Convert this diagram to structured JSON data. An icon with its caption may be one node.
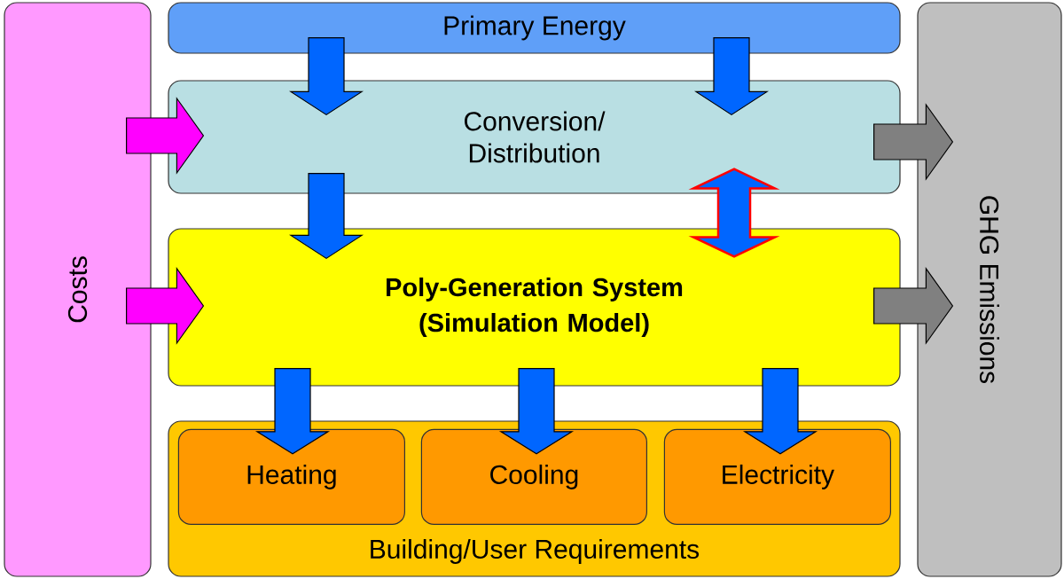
{
  "diagram": {
    "nodes": [
      {
        "text": [
          "Costs"
        ]
      },
      {
        "text": [
          "Primary Energy"
        ]
      },
      {
        "text": [
          "Conversion/ Distribution"
        ]
      },
      {
        "text": [
          "Poly-Generation System (Simulation Model)"
        ]
      },
      {
        "text": [
          "Building/User Requirements"
        ]
      },
      {
        "text": [
          "Heating"
        ],
        "in": 4
      },
      {
        "text": [
          "Cooling"
        ],
        "in": 4
      },
      {
        "text": [
          "Electricity"
        ],
        "in": 4
      },
      {
        "text": [
          "GHG Emissions"
        ]
      }
    ],
    "edges": [
      {
        "from": 1,
        "to": 2,
        "arrow": "to"
      },
      {
        "from": 1,
        "to": 2,
        "arrow": "to"
      },
      {
        "from": 2,
        "to": 3,
        "arrow": "to"
      },
      {
        "from": 2,
        "to": 3,
        "arrow": "both",
        "color": "#ff0000"
      },
      {
        "from": 0,
        "to": 2,
        "arrow": "to",
        "color": "#ff00ff"
      },
      {
        "from": 0,
        "to": 3,
        "arrow": "to",
        "color": "#ff00ff"
      },
      {
        "from": 2,
        "to": 8,
        "arrow": "to",
        "color": "#808080"
      },
      {
        "from": 3,
        "to": 8,
        "arrow": "to",
        "color": "#808080"
      },
      {
        "from": 3,
        "to": 5,
        "arrow": "to"
      },
      {
        "from": 3,
        "to": 6,
        "arrow": "to"
      },
      {
        "from": 3,
        "to": 7,
        "arrow": "to"
      }
    ]
  }
}
